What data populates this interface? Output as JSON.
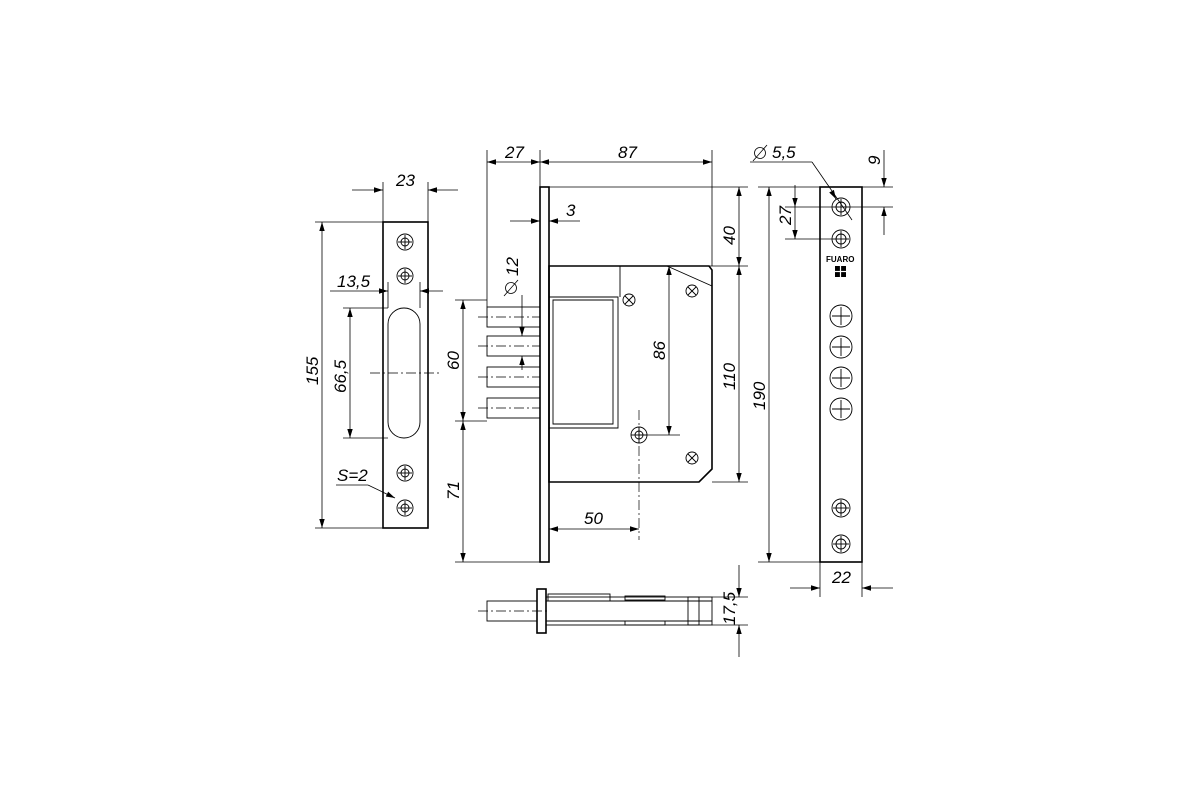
{
  "dimensions": {
    "strike_width": "23",
    "strike_height": "155",
    "slot_width": "13,5",
    "slot_height": "66,5",
    "strike_thickness": "S=2",
    "backset_front": "27",
    "case_depth": "87",
    "faceplate_offset": "3",
    "bolt_diameter": "12",
    "top_offset": "40",
    "bolt_spacing": "60",
    "center_distance": "86",
    "case_height": "110",
    "bottom_offset": "71",
    "backset": "50",
    "faceplate_height": "190",
    "screw_hole_diameter": "5,5",
    "top_hole_offset": "9",
    "hole_spacing": "27",
    "faceplate_width": "22",
    "case_thickness": "17,5"
  },
  "brand": {
    "name": "FUARO"
  }
}
